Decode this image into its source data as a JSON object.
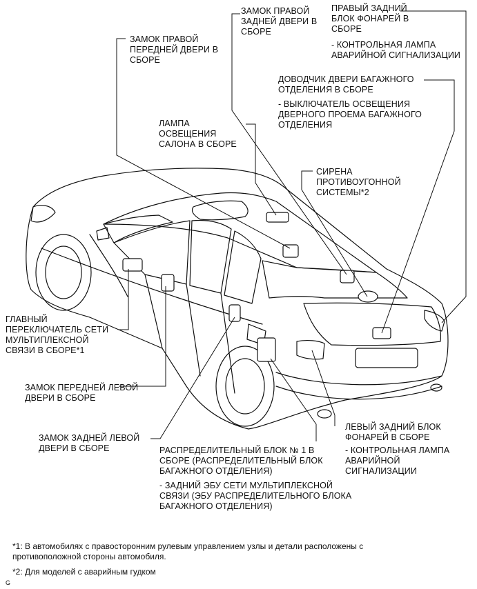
{
  "labels": {
    "right_rear_door_lock": "ЗАМОК ПРАВОЙ\nЗАДНЕЙ ДВЕРИ В\nСБОРЕ",
    "right_rear_lamp": "ПРАВЫЙ ЗАДНИЙ\nБЛОК ФОНАРЕЙ В\nСБОРЕ",
    "right_rear_lamp_sub": "- КОНТРОЛЬНАЯ ЛАМПА\nАВАРИЙНОЙ СИГНАЛИЗАЦИИ",
    "right_front_door_lock": "ЗАМОК ПРАВОЙ\nПЕРЕДНЕЙ ДВЕРИ В\nСБОРЕ",
    "trunk_closer": "ДОВОДЧИК ДВЕРИ БАГАЖНОГО\nОТДЕЛЕНИЯ В СБОРЕ",
    "trunk_closer_sub": "- ВЫКЛЮЧАТЕЛЬ ОСВЕЩЕНИЯ\nДВЕРНОГО ПРОЕМА БАГАЖНОГО\nОТДЕЛЕНИЯ",
    "room_lamp": "ЛАМПА\nОСВЕЩЕНИЯ\nСАЛОНА В СБОРЕ",
    "security_siren": "СИРЕНА\nПРОТИВОУГОННОЙ\nСИСТЕМЫ*2",
    "master_switch": "ГЛАВНЫЙ\nПЕРЕКЛЮЧАТЕЛЬ СЕТИ\nМУЛЬТИПЛЕКСНОЙ\nСВЯЗИ В СБОРЕ*1",
    "left_front_door_lock": "ЗАМОК ПЕРЕДНЕЙ ЛЕВОЙ\nДВЕРИ В СБОРЕ",
    "left_rear_door_lock": "ЗАМОК ЗАДНЕЙ ЛЕВОЙ\nДВЕРИ В СБОРЕ",
    "junction_block": "РАСПРЕДЕЛИТЕЛЬНЫЙ БЛОК № 1 В\nСБОРЕ (РАСПРЕДЕЛИТЕЛЬНЫЙ БЛОК\nБАГАЖНОГО ОТДЕЛЕНИЯ)",
    "junction_block_sub": "- ЗАДНИЙ ЭБУ СЕТИ МУЛЬТИПЛЕКСНОЙ\nСВЯЗИ (ЭБУ РАСПРЕДЕЛИТЕЛЬНОГО БЛОКА\nБАГАЖНОГО ОТДЕЛЕНИЯ)",
    "left_rear_lamp": "ЛЕВЫЙ ЗАДНИЙ БЛОК\nФОНАРЕЙ В СБОРЕ",
    "left_rear_lamp_sub": "- КОНТРОЛЬНАЯ ЛАМПА\nАВАРИЙНОЙ\nСИГНАЛИЗАЦИИ"
  },
  "footnotes": {
    "note1": "*1: В автомобилях с правосторонним рулевым управлением узлы и детали расположены с\nпротивоположной стороны автомобиля.",
    "note2": "*2: Для моделей с аварийным гудком"
  },
  "corner_code": "G",
  "colors": {
    "ink": "#111111",
    "background": "#ffffff"
  }
}
